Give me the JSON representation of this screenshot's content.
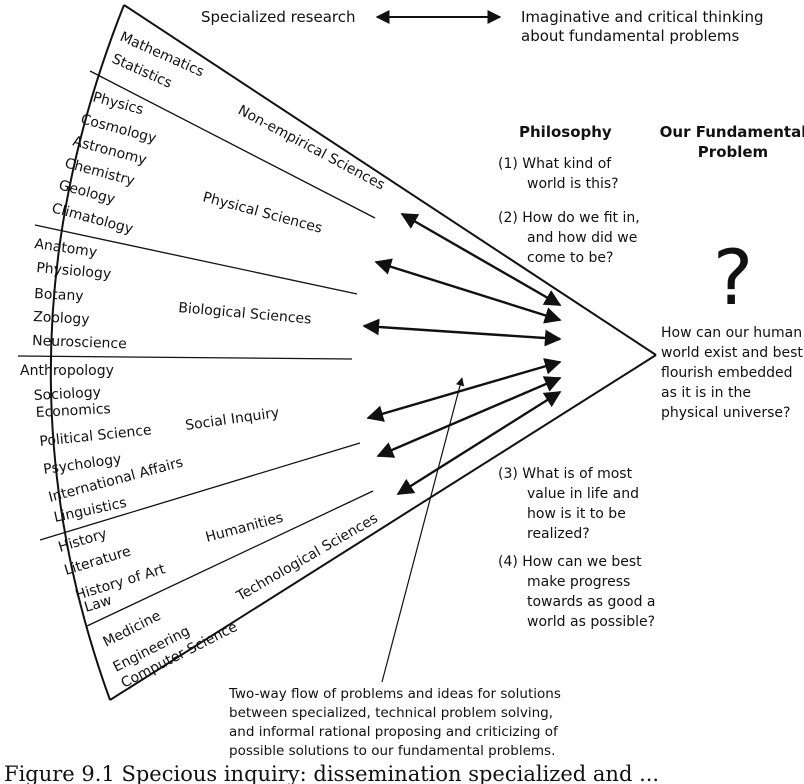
{
  "top": {
    "left_label": "Specialized research",
    "right_label_1": "Imaginative and critical thinking",
    "right_label_2": "about fundamental problems"
  },
  "fan": {
    "mathematics": [
      "Mathematics",
      "Statistics"
    ],
    "non_empirical": "Non-empirical Sciences",
    "physical_list": [
      "Physics",
      "Cosmology",
      "Astronomy",
      "Chemistry",
      "Geology",
      "Climatology"
    ],
    "physical": "Physical Sciences",
    "biological_list": [
      "Anatomy",
      "Physiology",
      "Botany",
      "Zoology",
      "Neuroscience"
    ],
    "biological": "Biological Sciences",
    "social_list": [
      "Anthropology",
      "Sociology",
      "Economics",
      "Political Science",
      "Psychology",
      "International Affairs",
      "Linguistics"
    ],
    "social": "Social Inquiry",
    "humanities_list": [
      "History",
      "Literature",
      "History of Art",
      "Law"
    ],
    "humanities": "Humanities",
    "tech_list": [
      "Medicine",
      "Engineering",
      "Computer Science"
    ],
    "tech": "Technological Sciences"
  },
  "philosophy": {
    "heading": "Philosophy",
    "q1": [
      "(1) What kind of",
      "world is this?"
    ],
    "q2": [
      "(2) How do we fit in,",
      "and how did we",
      "come to be?"
    ],
    "q3": [
      "(3) What is of most",
      "value in life and",
      "how is it to be",
      "realized?"
    ],
    "q4": [
      "(4) How can we best",
      "make progress",
      "towards as good a",
      "world as possible?"
    ]
  },
  "fundamental": {
    "heading_1": "Our Fundamental",
    "heading_2": "Problem",
    "symbol": "?",
    "text": [
      "How can our human",
      "world exist and best",
      "flourish embedded",
      "as it is in the",
      "physical universe?"
    ]
  },
  "note": [
    "Two-way flow of problems and ideas for solutions",
    "between specialized, technical problem solving,",
    "and informal rational proposing and criticizing of",
    "possible solutions to our fundamental problems."
  ],
  "caption": "Figure 9.1  Specious inquiry: dissemination specialized and ..."
}
